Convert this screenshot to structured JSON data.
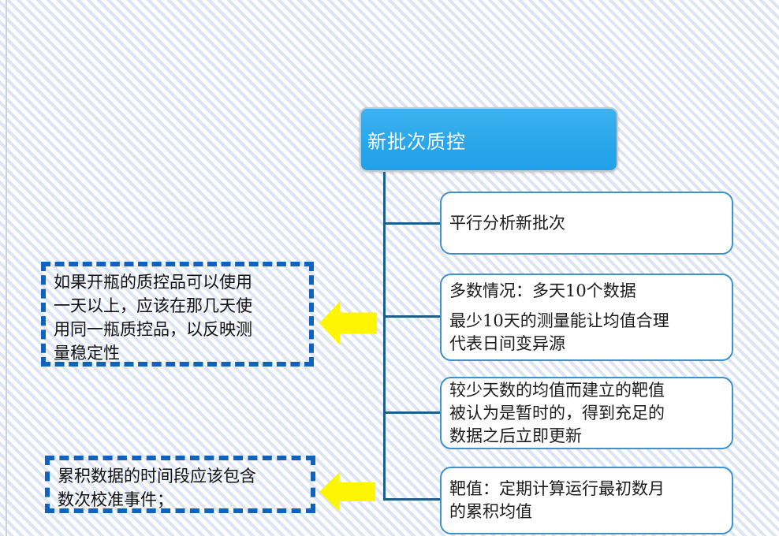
{
  "diagram": {
    "root": {
      "label": "新批次质控"
    },
    "children": [
      {
        "label": "平行分析新批次"
      },
      {
        "line1": "多数情况：多天10个数据",
        "line2": "最少10天的测量能让均值合理\n代表日间变异源"
      },
      {
        "label": "较少天数的均值而建立的靶值\n被认为是暂时的，得到充足的\n数据之后立即更新"
      },
      {
        "label": "靶值：定期计算运行最初数月\n的累积均值"
      }
    ],
    "notes": [
      {
        "label": "如果开瓶的质控品可以使用\n一天以上，应该在那几天使\n用同一瓶质控品，以反映测\n量稳定性"
      },
      {
        "label": "累积数据的时间段应该包含\n数次校准事件；"
      }
    ],
    "colors": {
      "root_fill": "#2aa7ec",
      "child_border": "#3e92cc",
      "connector": "#1e5e8c",
      "note_border": "#0f63be",
      "arrow_fill": "#fdf502",
      "stripe": "#dde4f3"
    }
  }
}
